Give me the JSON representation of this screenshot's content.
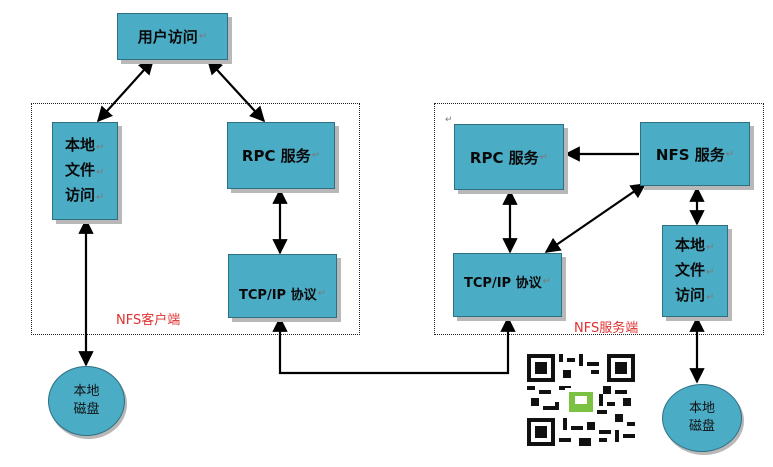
{
  "nodes": {
    "user_access": "用户访问",
    "client_local_file": [
      "本地",
      "文件",
      "访问"
    ],
    "client_rpc": "RPC 服务",
    "client_tcp": "TCP/IP 协议",
    "server_rpc": "RPC 服务",
    "server_nfs": "NFS 服务",
    "server_tcp": "TCP/IP 协议",
    "server_local_file": [
      "本地",
      "文件",
      "访问"
    ],
    "client_disk": [
      "本地",
      "磁盘"
    ],
    "server_disk": [
      "本地",
      "磁盘"
    ]
  },
  "zones": {
    "client": "NFS客户端",
    "server": "NFS服务端"
  },
  "paragraph_mark": "↵",
  "colors": {
    "box_fill": "#4bacc6",
    "zone_label": "#e03030",
    "arrow": "#000000"
  }
}
